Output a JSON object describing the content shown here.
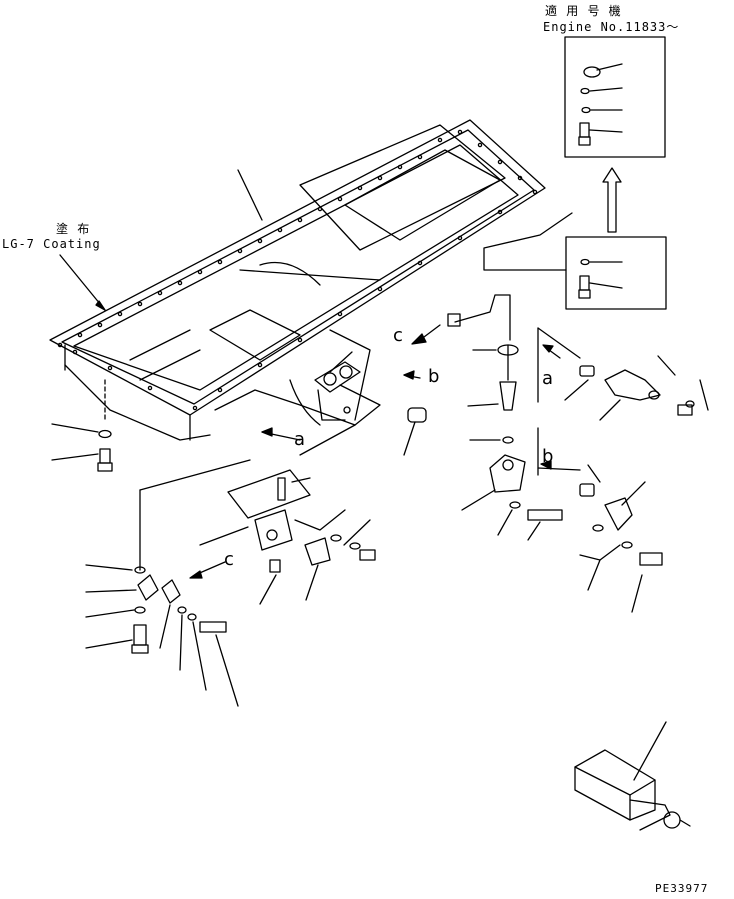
{
  "engine_applicability": {
    "heading": "適 用 号 機",
    "serial": "Engine No.11833～"
  },
  "coating_note": {
    "heading": "塗 布",
    "text": "LG-7 Coating"
  },
  "flow_refs": {
    "a": "a",
    "b": "b",
    "c": "c"
  },
  "drawing_code": "PE33977"
}
